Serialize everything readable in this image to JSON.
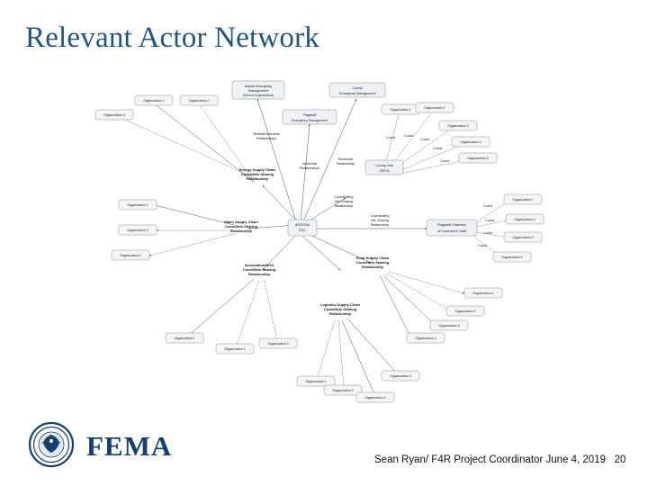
{
  "slide": {
    "title": "Relevant Actor Network",
    "title_color": "#1f5582",
    "background": "#ffffff"
  },
  "footer": {
    "author_line": "Sean Ryan/ F4R Project Coordinator June 4, 2019",
    "page_number": "20",
    "logo_text": "FEMA",
    "logo_seal_name": "dhs-seal"
  },
  "diagram": {
    "type": "network",
    "node_fill": "#eef1f6",
    "node_stroke": "#8d8d8d",
    "edge_color": "#3c3c3c",
    "hub": {
      "id": "arizona-eoc",
      "label_line1": "ARIZONA",
      "label_line2": "EOC"
    },
    "actors": [
      {
        "id": "atlanta-em",
        "line1": "Atlanta Emergency",
        "line2": "Management",
        "line3": "(Parent Organization)"
      },
      {
        "id": "flagstaff-em",
        "line1": "Flagstaff",
        "line2": "Emergency Management"
      },
      {
        "id": "county-em",
        "line1": "County",
        "line2": "Emergency Management"
      },
      {
        "id": "county-certs",
        "line1": "County of/at",
        "line2": "CERTs"
      },
      {
        "id": "flagstaff-chamber",
        "line1": "Flagstaff Chamber",
        "line2": "of Commerce Staff"
      }
    ],
    "relationship_labels": [
      {
        "id": "vertical-horizontal",
        "line1": "Vertical/Horizontal",
        "line2": "Relationships"
      },
      {
        "id": "horizontal-relationships",
        "line1": "Horizontal",
        "line2": "Relationships"
      },
      {
        "id": "horizontal-relationship",
        "line1": "Horizontal",
        "line2": "Relationship"
      },
      {
        "id": "coord-info-sharing-certs",
        "line1": "Coordinating",
        "line2": "Info Sharing",
        "line3": "Relationship"
      },
      {
        "id": "coord-info-sharing-chamber",
        "line1": "Coordinating",
        "line2": "Info Sharing",
        "line3": "Relationship"
      }
    ],
    "supply_chain_hubs": [
      {
        "id": "energy-supply-chain",
        "line1": "Energy Supply Chain",
        "line2": "Coord/Info Sharing",
        "line3": "Relationship",
        "count": 3
      },
      {
        "id": "water-supply-chain",
        "line1": "Water Supply Chain",
        "line2": "Coord/Info Sharing",
        "line3": "Relationship",
        "count": 3
      },
      {
        "id": "association-ngo",
        "line1": "Association/NGO",
        "line2": "Coord/Info Sharing",
        "line3": "Relationship",
        "count": 3
      },
      {
        "id": "food-supply-chain",
        "line1": "Food Supply Chain",
        "line2": "Coord/Info Sharing",
        "line3": "Relationship",
        "count": 4
      },
      {
        "id": "logistics-supply-chain",
        "line1": "Logistics Supply Chain",
        "line2": "Coord/Info Sharing",
        "line3": "Relationship",
        "count": 4
      }
    ],
    "edge_label_coord": "Coord",
    "org_labels": {
      "org1": "Organization 1",
      "org2": "Organization 2",
      "org3": "Organization 3",
      "org4": "Organization 4",
      "org5": "Organization 5"
    },
    "groups": {
      "energy": [
        "Organization 1",
        "Organization 2",
        "Organization 3"
      ],
      "water": [
        "Organization 2",
        "Organization 3",
        "Organization 4"
      ],
      "association": [
        "Organization 1",
        "Organization 2",
        "Organization 3"
      ],
      "food": [
        "Organization 1",
        "Organization 2",
        "Organization 3",
        "Organization 4"
      ],
      "logistics": [
        "Organization 1",
        "Organization 2",
        "Organization 3",
        "Organization 4"
      ],
      "certs": [
        "Organization 1",
        "Organization 2",
        "Organization 3",
        "Organization 4",
        "Organization 5"
      ],
      "chamber": [
        "Organization 1",
        "Organization 2",
        "Organization 3",
        "Organization 4"
      ]
    }
  }
}
